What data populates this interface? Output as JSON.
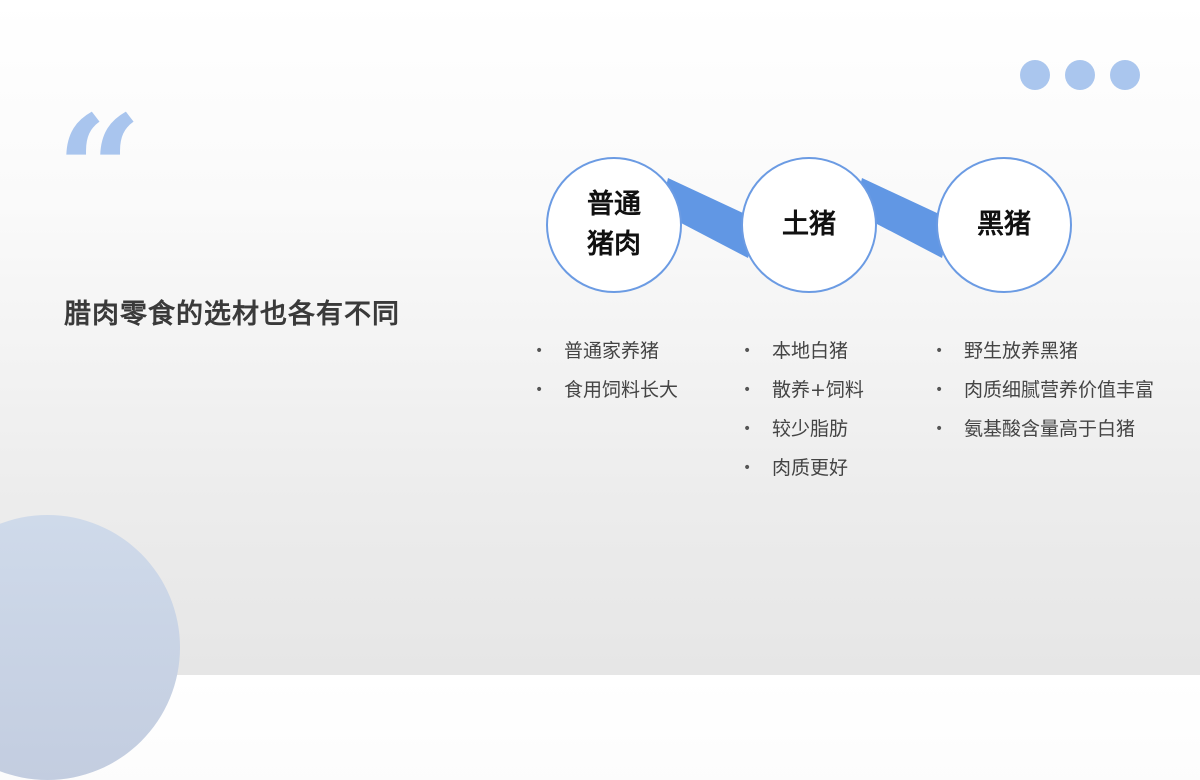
{
  "decor": {
    "quote_glyph": "“",
    "dots": 3,
    "accent_color": "#6b9be3",
    "light_accent_color": "#aac6ee"
  },
  "title": "腊肉零食的选材也各有不同",
  "nodes": [
    {
      "label": "普通猪肉",
      "items": [
        "普通家养猪",
        "食用饲料长大"
      ]
    },
    {
      "label": "土猪",
      "items": [
        "本地白猪",
        "散养+饲料",
        "较少脂肪",
        "肉质更好"
      ]
    },
    {
      "label": "黑猪",
      "items": [
        "野生放养黑猪",
        "肉质细腻营养价值丰富",
        "氨基酸含量高于白猪"
      ]
    }
  ]
}
